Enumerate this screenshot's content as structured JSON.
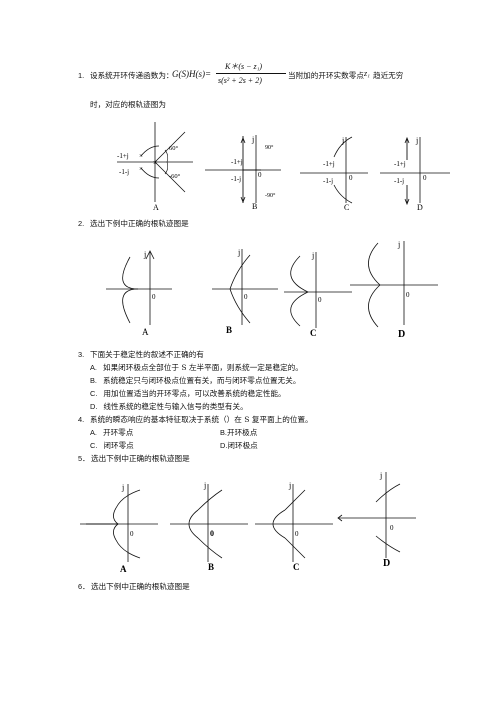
{
  "q1": {
    "num": "1.",
    "lead": "设系统开环传递函数为：",
    "formula_lhs": "G(S)H(s)=",
    "formula_num": "K＊(s − z₁)",
    "formula_den": "s(s² + 2s + 2)",
    "tail": "当附加的开环实数零点",
    "z": "z₁",
    "tail2": "趋近无穷",
    "line2": "时，对应的根轨迹图为",
    "diagrams": {
      "A": {
        "label": "A",
        "p1": "-1+j",
        "p2": "-1-j",
        "ang1": "60°",
        "ang2": "-60°"
      },
      "B": {
        "label": "B",
        "j": "j",
        "p1": "-1+j",
        "p2": "-1-j",
        "ang1": "90°",
        "ang2": "-90°",
        "zero": "0"
      },
      "C": {
        "label": "C",
        "j": "j",
        "p1": "-1+j",
        "p2": "-1-j",
        "zero": "0"
      },
      "D": {
        "label": "D",
        "j": "j",
        "p1": "-1+j",
        "p2": "-1-j",
        "zero": "0"
      }
    }
  },
  "q2": {
    "num": "2.",
    "text": "选出下例中正确的根轨迹图是",
    "labels": [
      "A",
      "B",
      "C",
      "D"
    ],
    "j": "j",
    "zero": "0"
  },
  "q3": {
    "num": "3.",
    "text": "下面关于稳定性的叙述不正确的有",
    "options": [
      {
        "key": "A.",
        "text": "如果闭环极点全部位于 S 左半平面，则系统一定是稳定的。"
      },
      {
        "key": "B.",
        "text": "系统稳定只与闭环极点位置有关，而与闭环零点位置无关。"
      },
      {
        "key": "C.",
        "text": "用加位置适当的开环零点，可以改善系统的稳定性能。"
      },
      {
        "key": "D.",
        "text": "线性系统的稳定性与输入信号的类型有关。"
      }
    ]
  },
  "q4": {
    "num": "4.",
    "text": "系统的瞬态响应的基本特征取决于系统（）在 S 复平面上的位置。",
    "options": [
      {
        "key": "A.",
        "text": "开环零点"
      },
      {
        "key": "B.",
        "text": "开环极点"
      },
      {
        "key": "C.",
        "text": "闭环零点"
      },
      {
        "key": "D.",
        "text": "闭环极点"
      }
    ]
  },
  "q5": {
    "num": "5．",
    "text": "选出下例中正确的根轨迹图是",
    "labels": [
      "A",
      "B",
      "C",
      "D"
    ],
    "j": "j",
    "zero": "0"
  },
  "q6": {
    "num": "6．",
    "text": "选出下例中正确的根轨迹图是"
  }
}
